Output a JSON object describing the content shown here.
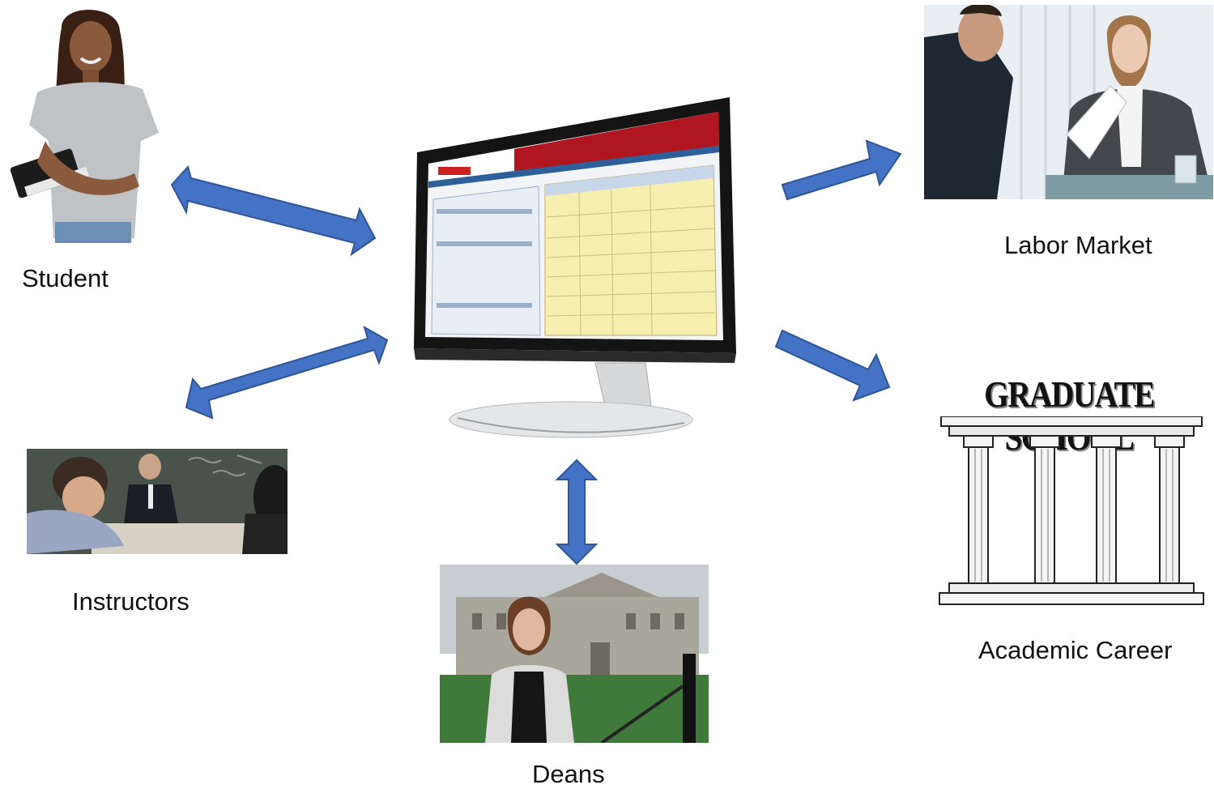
{
  "diagram": {
    "nodes": {
      "student": {
        "label": "Student",
        "icon": "student-photo"
      },
      "instructors": {
        "label": "Instructors",
        "icon": "classroom-photo"
      },
      "deans": {
        "label": "Deans",
        "icon": "dean-photo"
      },
      "labor_market": {
        "label": "Labor Market",
        "icon": "job-interview-photo"
      },
      "academic_career": {
        "label": "Academic Career",
        "logo_text": "GRADUATE SCHOOL",
        "icon": "graduate-school-columns-logo"
      },
      "system": {
        "icon": "computer-monitor",
        "screen_app": "web-dashboard"
      }
    },
    "edges": [
      {
        "from": "system",
        "to": "student",
        "type": "bidirectional"
      },
      {
        "from": "system",
        "to": "instructors",
        "type": "bidirectional"
      },
      {
        "from": "system",
        "to": "deans",
        "type": "bidirectional"
      },
      {
        "from": "system",
        "to": "labor_market",
        "type": "directed"
      },
      {
        "from": "system",
        "to": "academic_career",
        "type": "directed"
      }
    ],
    "colors": {
      "arrow_fill": "#4472c4",
      "arrow_stroke": "#2f5597",
      "screen_header": "#b01620",
      "screen_panel": "#f7efb0"
    }
  }
}
